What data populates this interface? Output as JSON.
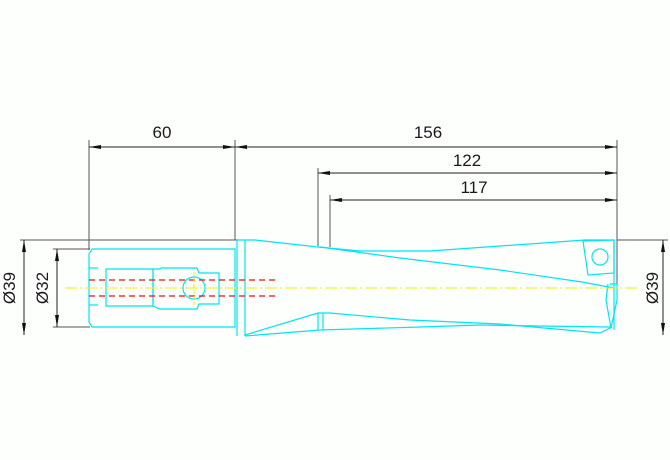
{
  "drawing": {
    "type": "indexable drill technical drawing (side view)",
    "background": "#fdfffd",
    "colors": {
      "outline": "#00e5ee",
      "centerline": "#f0f000",
      "hidden_line": "#e81010",
      "dimension": "#222222"
    },
    "dimensions": {
      "shank_length": "60",
      "overall_length": "156",
      "length_122": "122",
      "length_117": "117",
      "left_outer_diameter": "Ø39",
      "left_shank_diameter": "Ø32",
      "right_diameter": "Ø39"
    }
  }
}
